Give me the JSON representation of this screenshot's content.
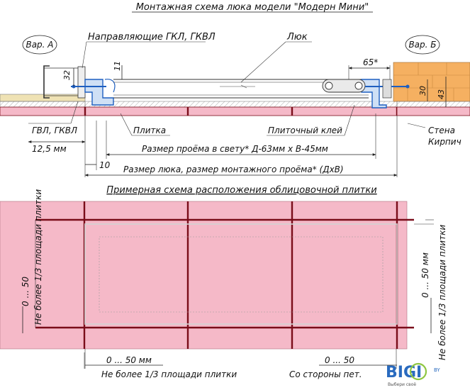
{
  "title": "Монтажная схема люка модели \"Модерн Мини\"",
  "section": {
    "var_a": "Вар. А",
    "var_b": "Вар. Б",
    "guides_label": "Направляющие ГКЛ, ГКВЛ",
    "hatch_label": "Люк",
    "dim_65": "65*",
    "dim_32": "32",
    "dim_11": "11",
    "dim_30": "30",
    "dim_43": "43",
    "gvl_label": "ГВЛ, ГКВЛ",
    "gvl_thickness": "12,5 мм",
    "tile_label": "Плитка",
    "glue_label": "Плиточный клей",
    "wall_label": "Стена",
    "brick_label": "Кирпич",
    "clear_size": "Размер проёма в свету* Д-63мм х В-45мм",
    "offset_10": "10",
    "hatch_size": "Размер люка, размер монтажного проёма* (ДхВ)"
  },
  "tile_plan": {
    "title": "Примерная схема расположения облицовочной плитки",
    "left_range": "0 ... 50",
    "left_note": "Не более 1/3 площади плитки",
    "right_range": "0 ... 50 мм",
    "right_note": "Не более 1/3 площади плитки",
    "bottom_left_range": "0 ... 50 мм",
    "bottom_left_note": "Не более 1/3 площади плитки",
    "bottom_right_range": "0 ... 50",
    "bottom_right_note": "Со стороны пет."
  },
  "logo": {
    "text": "BIGI",
    "suffix": "BY",
    "tagline": "Выбери своё"
  },
  "colors": {
    "tile": "#f5b9c8",
    "seam": "#7a0d1a",
    "plaster": "#efe2b4",
    "brick": "#f5b061",
    "steel": "#1e5fc0",
    "glue": "#bdbdbd"
  }
}
